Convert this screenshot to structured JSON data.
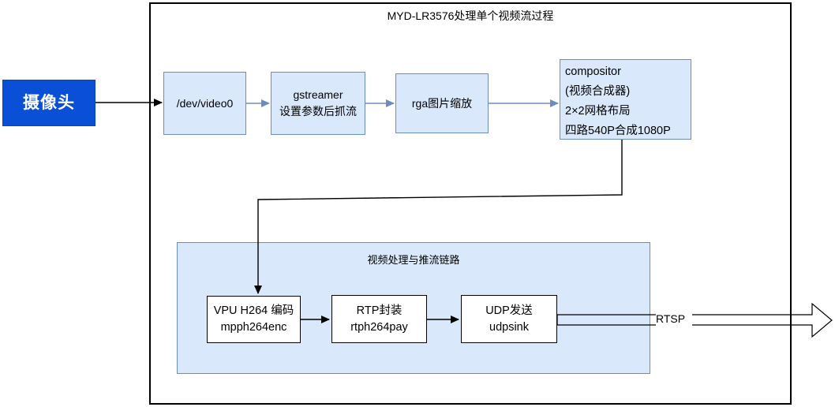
{
  "diagram": {
    "title": "MYD-LR3576处理单个视频流过程",
    "camera": {
      "label": "摄像头"
    },
    "top_row": {
      "video0": "/dev/video0",
      "gstreamer_line1": "gstreamer",
      "gstreamer_line2": "设置参数后抓流",
      "rga": "rga图片缩放",
      "compositor_lines": [
        "compositor",
        "(视频合成器)",
        "2×2网格布局",
        "四路540P合成1080P"
      ]
    },
    "pipeline": {
      "container_label": "视频处理与推流链路",
      "vpu_line1": "VPU H264 编码",
      "vpu_line2": "mpph264enc",
      "rtp_line1": "RTP封装",
      "rtp_line2": "rtph264pay",
      "udp_line1": "UDP发送",
      "udp_line2": "udpsink"
    },
    "output_label": "RTSP"
  },
  "colors": {
    "camera_fill": "#0a50d7",
    "camera_stroke": "#0845b8",
    "node_fill": "#dae8fc",
    "node_stroke": "#6c8ebf",
    "white_node_fill": "#ffffff",
    "arrow_blue": "#6c8ebf",
    "black": "#000000",
    "bg": "#ffffff",
    "text": "#000000"
  }
}
